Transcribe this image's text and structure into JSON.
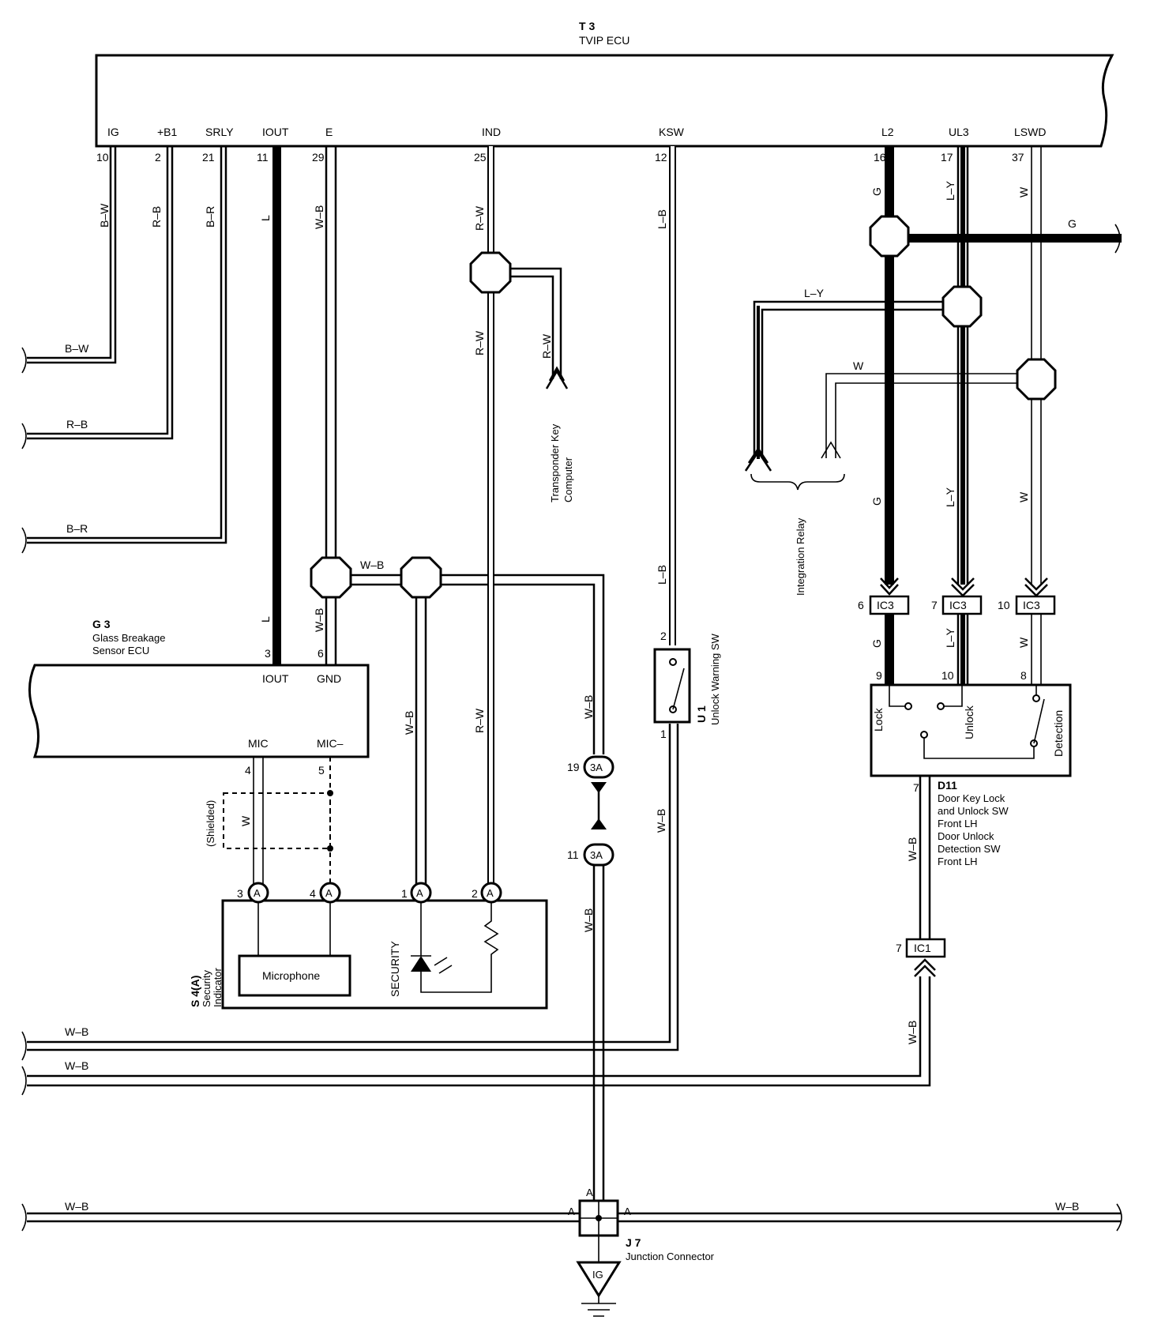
{
  "components": {
    "t3": {
      "ref": "T 3",
      "name": "TVIP ECU"
    },
    "g3": {
      "ref": "G 3",
      "name1": "Glass Breakage",
      "name2": "Sensor ECU"
    },
    "s4": {
      "ref": "S 4(A)",
      "name1": "Security",
      "name2": "Indicator",
      "microphone": "Microphone",
      "security": "SECURITY"
    },
    "u1": {
      "ref": "U 1",
      "name": "Unlock Warning SW"
    },
    "d11": {
      "ref": "D11",
      "lines": [
        "Door Key Lock",
        "and Unlock SW",
        "Front LH",
        "Door Unlock",
        "Detection SW",
        "Front LH"
      ],
      "lock": "Lock",
      "unlock": "Unlock",
      "detection": "Detection"
    },
    "j7": {
      "ref": "J 7",
      "name": "Junction Connector",
      "ground": "IG"
    },
    "transponder": {
      "line1": "Transponder Key",
      "line2": "Computer"
    },
    "integration": {
      "name": "Integration Relay"
    }
  },
  "t3_terminals": [
    {
      "name": "IG",
      "pin": "10",
      "wire": "B–W"
    },
    {
      "name": "+B1",
      "pin": "2",
      "wire": "R–B"
    },
    {
      "name": "SRLY",
      "pin": "21",
      "wire": "B–R"
    },
    {
      "name": "IOUT",
      "pin": "11",
      "wire": "L"
    },
    {
      "name": "E",
      "pin": "29",
      "wire": "W–B"
    },
    {
      "name": "IND",
      "pin": "25",
      "wire": "R–W"
    },
    {
      "name": "KSW",
      "pin": "12",
      "wire": "L–B"
    },
    {
      "name": "L2",
      "pin": "16",
      "wire": "G"
    },
    {
      "name": "UL3",
      "pin": "17",
      "wire": "L–Y"
    },
    {
      "name": "LSWD",
      "pin": "37",
      "wire": "W"
    }
  ],
  "g3_terminals": [
    {
      "name": "IOUT",
      "pin": "3",
      "wire": "L"
    },
    {
      "name": "GND",
      "pin": "6",
      "wire": "W–B"
    },
    {
      "name": "MIC",
      "pin": "4"
    },
    {
      "name": "MIC–",
      "pin": "5"
    }
  ],
  "wires": {
    "bw": "B–W",
    "rb": "R–B",
    "br": "B–R",
    "wb": "W–B",
    "rw": "R–W",
    "lb": "L–B",
    "g": "G",
    "ly": "L–Y",
    "w": "W",
    "shielded": "(Shielded)"
  },
  "connectors": {
    "ic3": "IC3",
    "ic1": "IC1",
    "c3a": "3A",
    "a": "A",
    "pin_3a_top": "19",
    "pin_3a_bottom": "11",
    "ic3_pins": [
      "6",
      "7",
      "10"
    ],
    "ic1_pin": "7",
    "u1_pins": [
      "2",
      "1"
    ],
    "d11_pins": [
      "9",
      "10",
      "8",
      "7"
    ],
    "s4_pins": [
      "3",
      "4",
      "1",
      "2"
    ]
  }
}
